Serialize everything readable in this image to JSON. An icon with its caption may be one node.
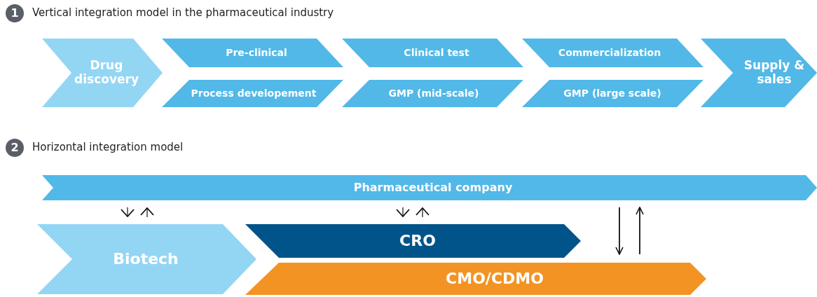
{
  "diagram": {
    "nodes": [
      {
        "text": [
          "1"
        ],
        "beside": [
          "Vertical integration model in the pharmaceutical industry"
        ]
      },
      {
        "text": [
          "Drug discovery"
        ]
      },
      {
        "text": [
          "Pre-clinical"
        ]
      },
      {
        "text": [
          "Process developement"
        ]
      },
      {
        "text": [
          "Clinical test"
        ]
      },
      {
        "text": [
          "GMP (mid-scale)"
        ]
      },
      {
        "text": [
          "Commercialization"
        ]
      },
      {
        "text": [
          "GMP (large scale)"
        ]
      },
      {
        "text": [
          "Supply & sales"
        ]
      },
      {
        "text": [
          "2"
        ],
        "beside": [
          "Horizontal integration model"
        ]
      },
      {
        "text": [
          "Pharmaceutical company"
        ]
      },
      {
        "text": [
          "Biotech"
        ]
      },
      {
        "text": [
          "CRO"
        ]
      },
      {
        "text": [
          "CMO/CDMO"
        ]
      }
    ],
    "edges": [
      {
        "from": 10,
        "to": 11,
        "arrow": "to"
      },
      {
        "from": 11,
        "to": 10,
        "arrow": "to"
      },
      {
        "from": 10,
        "to": 12,
        "arrow": "to"
      },
      {
        "from": 12,
        "to": 10,
        "arrow": "to"
      },
      {
        "from": 10,
        "to": 13,
        "arrow": "to"
      },
      {
        "from": 13,
        "to": 10,
        "arrow": "to"
      }
    ]
  }
}
